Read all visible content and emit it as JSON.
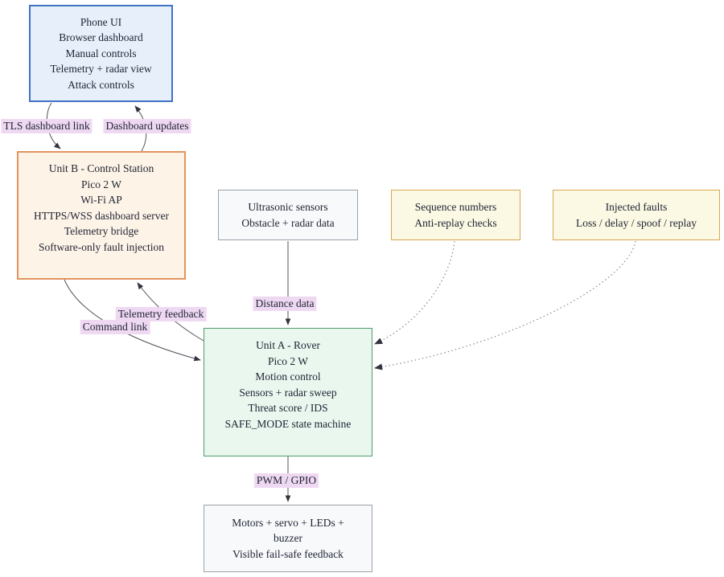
{
  "diagram": {
    "nodes": {
      "phone_ui": {
        "lines": [
          "Phone UI",
          "Browser dashboard",
          "Manual controls",
          "Telemetry + radar view",
          "Attack controls"
        ]
      },
      "unit_b": {
        "lines": [
          "Unit B - Control Station",
          "Pico 2 W",
          "Wi-Fi AP",
          "HTTPS/WSS dashboard server",
          "Telemetry bridge",
          "Software-only fault injection"
        ]
      },
      "ultrasonic": {
        "lines": [
          "Ultrasonic sensors",
          "Obstacle + radar data"
        ]
      },
      "sequence": {
        "lines": [
          "Sequence numbers",
          "Anti-replay checks"
        ]
      },
      "injected": {
        "lines": [
          "Injected faults",
          "Loss / delay / spoof / replay"
        ]
      },
      "unit_a": {
        "lines": [
          "Unit A - Rover",
          "Pico 2 W",
          "Motion control",
          "Sensors + radar sweep",
          "Threat score / IDS",
          "SAFE_MODE state machine"
        ]
      },
      "motors": {
        "lines": [
          "Motors + servo + LEDs +",
          "buzzer",
          "Visible fail-safe feedback"
        ]
      }
    },
    "edges": {
      "tls_dashboard_link": "TLS dashboard link",
      "dashboard_updates": "Dashboard updates",
      "distance_data": "Distance data",
      "telemetry_feedback": "Telemetry feedback",
      "command_link": "Command link",
      "pwm_gpio": "PWM / GPIO"
    },
    "colors": {
      "phone_ui_fill": "#e7effb",
      "phone_ui_border": "#3f72c4",
      "unit_b_fill": "#fdf4e7",
      "unit_b_border": "#e2945f",
      "neutral_fill": "#f7f9fb",
      "neutral_border": "#9aa1a9",
      "yellow_fill": "#fbf8e3",
      "yellow_border": "#d8a850",
      "unit_a_fill": "#eaf7ef",
      "unit_a_border": "#4d9d68",
      "edge_label_bg": "#efd9f2",
      "text": "#1f2333"
    }
  }
}
